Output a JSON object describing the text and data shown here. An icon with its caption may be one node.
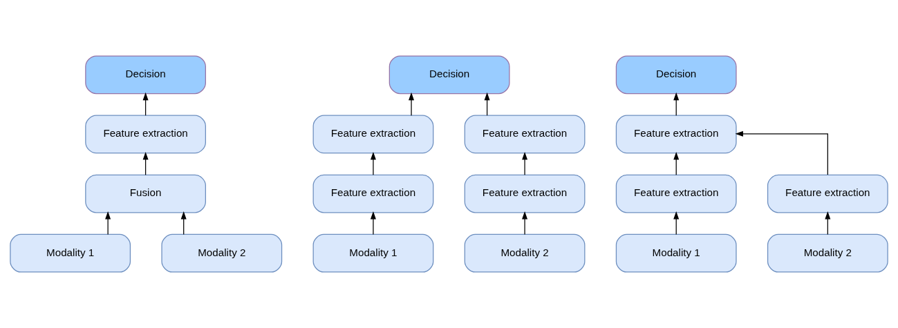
{
  "diagram": {
    "nodes": [
      {
        "text": [
          "Decision"
        ]
      },
      {
        "text": [
          "Feature extraction"
        ]
      },
      {
        "text": [
          "Fusion"
        ]
      },
      {
        "text": [
          "Modality 1"
        ]
      },
      {
        "text": [
          "Modality 2"
        ]
      },
      {
        "text": [
          "Decision"
        ]
      },
      {
        "text": [
          "Feature extraction"
        ]
      },
      {
        "text": [
          "Feature extraction"
        ]
      },
      {
        "text": [
          "Feature extraction"
        ]
      },
      {
        "text": [
          "Feature extraction"
        ]
      },
      {
        "text": [
          "Modality 1"
        ]
      },
      {
        "text": [
          "Modality 2"
        ]
      },
      {
        "text": [
          "Decision"
        ]
      },
      {
        "text": [
          "Feature extraction"
        ]
      },
      {
        "text": [
          "Feature extraction"
        ]
      },
      {
        "text": [
          "Feature extraction"
        ]
      },
      {
        "text": [
          "Modality 1"
        ]
      },
      {
        "text": [
          "Modality 2"
        ]
      }
    ],
    "edges": [
      {
        "from": 3,
        "to": 2,
        "arrow": "to"
      },
      {
        "from": 4,
        "to": 2,
        "arrow": "to"
      },
      {
        "from": 2,
        "to": 1,
        "arrow": "to"
      },
      {
        "from": 1,
        "to": 0,
        "arrow": "to"
      },
      {
        "from": 10,
        "to": 8,
        "arrow": "to"
      },
      {
        "from": 8,
        "to": 6,
        "arrow": "to"
      },
      {
        "from": 6,
        "to": 5,
        "arrow": "to"
      },
      {
        "from": 11,
        "to": 9,
        "arrow": "to"
      },
      {
        "from": 9,
        "to": 7,
        "arrow": "to"
      },
      {
        "from": 7,
        "to": 5,
        "arrow": "to"
      },
      {
        "from": 16,
        "to": 14,
        "arrow": "to"
      },
      {
        "from": 17,
        "to": 15,
        "arrow": "to"
      },
      {
        "from": 14,
        "to": 13,
        "arrow": "to"
      },
      {
        "from": 15,
        "to": 13,
        "arrow": "to"
      },
      {
        "from": 13,
        "to": 12,
        "arrow": "to"
      }
    ]
  }
}
